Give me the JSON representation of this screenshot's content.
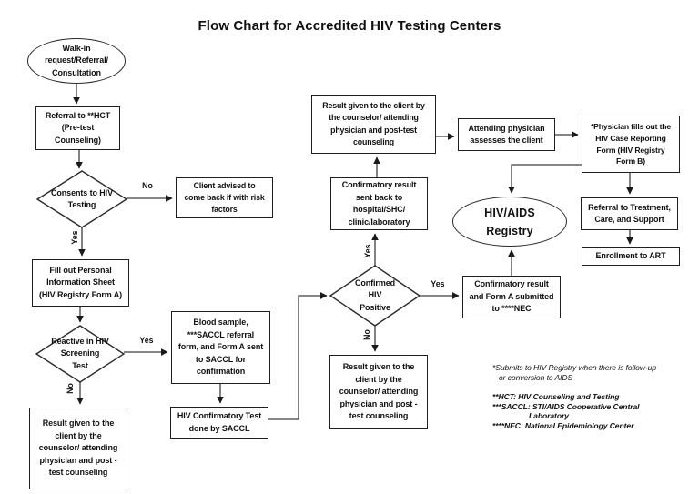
{
  "title": "Flow Chart for Accredited HIV Testing Centers",
  "nodes": {
    "walk_in": {
      "text": "Walk-in\nrequest/Referral/\nConsultation"
    },
    "hct": {
      "text": "Referral to **HCT\n(Pre-test\nCounseling)"
    },
    "consents": {
      "text": "Consents to HIV\nTesting"
    },
    "client_advised": {
      "text": "Client advised to\ncome back if with risk\nfactors"
    },
    "fill_out": {
      "text": "Fill out Personal\nInformation Sheet\n(HIV Registry Form A)"
    },
    "reactive": {
      "text": "Reactive in HIV\nScreening\nTest"
    },
    "result_bottom_left": {
      "text": "Result given to the\nclient by the\ncounselor/ attending\nphysician and post -\ntest counseling"
    },
    "blood_sample": {
      "text": "Blood sample,\n***SACCL referral\nform, and Form A sent\nto SACCL for\nconfirmation"
    },
    "confirmatory_test": {
      "text": "HIV Confirmatory Test\ndone by SACCL"
    },
    "result_top_middle": {
      "text": "Result given to the client by\nthe counselor/ attending\nphysician and post-test\ncounseling"
    },
    "confirmatory_sent": {
      "text": "Confirmatory result\nsent back to\nhospital/SHC/\nclinic/laboratory"
    },
    "confirmed": {
      "text": "Confirmed\nHIV\nPositive"
    },
    "result_middle_bottom": {
      "text": "Result given to the\nclient by the\ncounselor/ attending\nphysician and post -\ntest counseling"
    },
    "attending": {
      "text": "Attending physician\nassesses the client"
    },
    "physician_fills": {
      "text": "*Physician fills out the\nHIV Case Reporting\nForm (HIV Registry\nForm B)"
    },
    "registry": {
      "text": "HIV/AIDS\nRegistry"
    },
    "referral_treatment": {
      "text": "Referral to Treatment,\nCare, and Support"
    },
    "enrollment": {
      "text": "Enrollment to ART"
    },
    "confirmatory_nec": {
      "text": "Confirmatory result\nand Form A submitted\nto ****NEC"
    }
  },
  "edge_labels": {
    "no_consents": "No",
    "yes_consents": "Yes",
    "yes_reactive": "Yes",
    "no_reactive": "No",
    "yes_confirmed_up": "Yes",
    "yes_confirmed_right": "Yes",
    "no_confirmed": "No"
  },
  "footnotes": {
    "line1": "*Submits to HIV Registry when there is follow-up",
    "line2": "or conversion to AIDS",
    "line3": "**HCT: HIV Counseling and Testing",
    "line4": "***SACCL: STI/AIDS Cooperative Central",
    "line5": "Laboratory",
    "line6": "****NEC: National Epidemiology Center"
  },
  "colors": {
    "background": "#ffffff",
    "border": "#1f1f1f",
    "connector": "#3f3f3f",
    "text": "#111111"
  }
}
